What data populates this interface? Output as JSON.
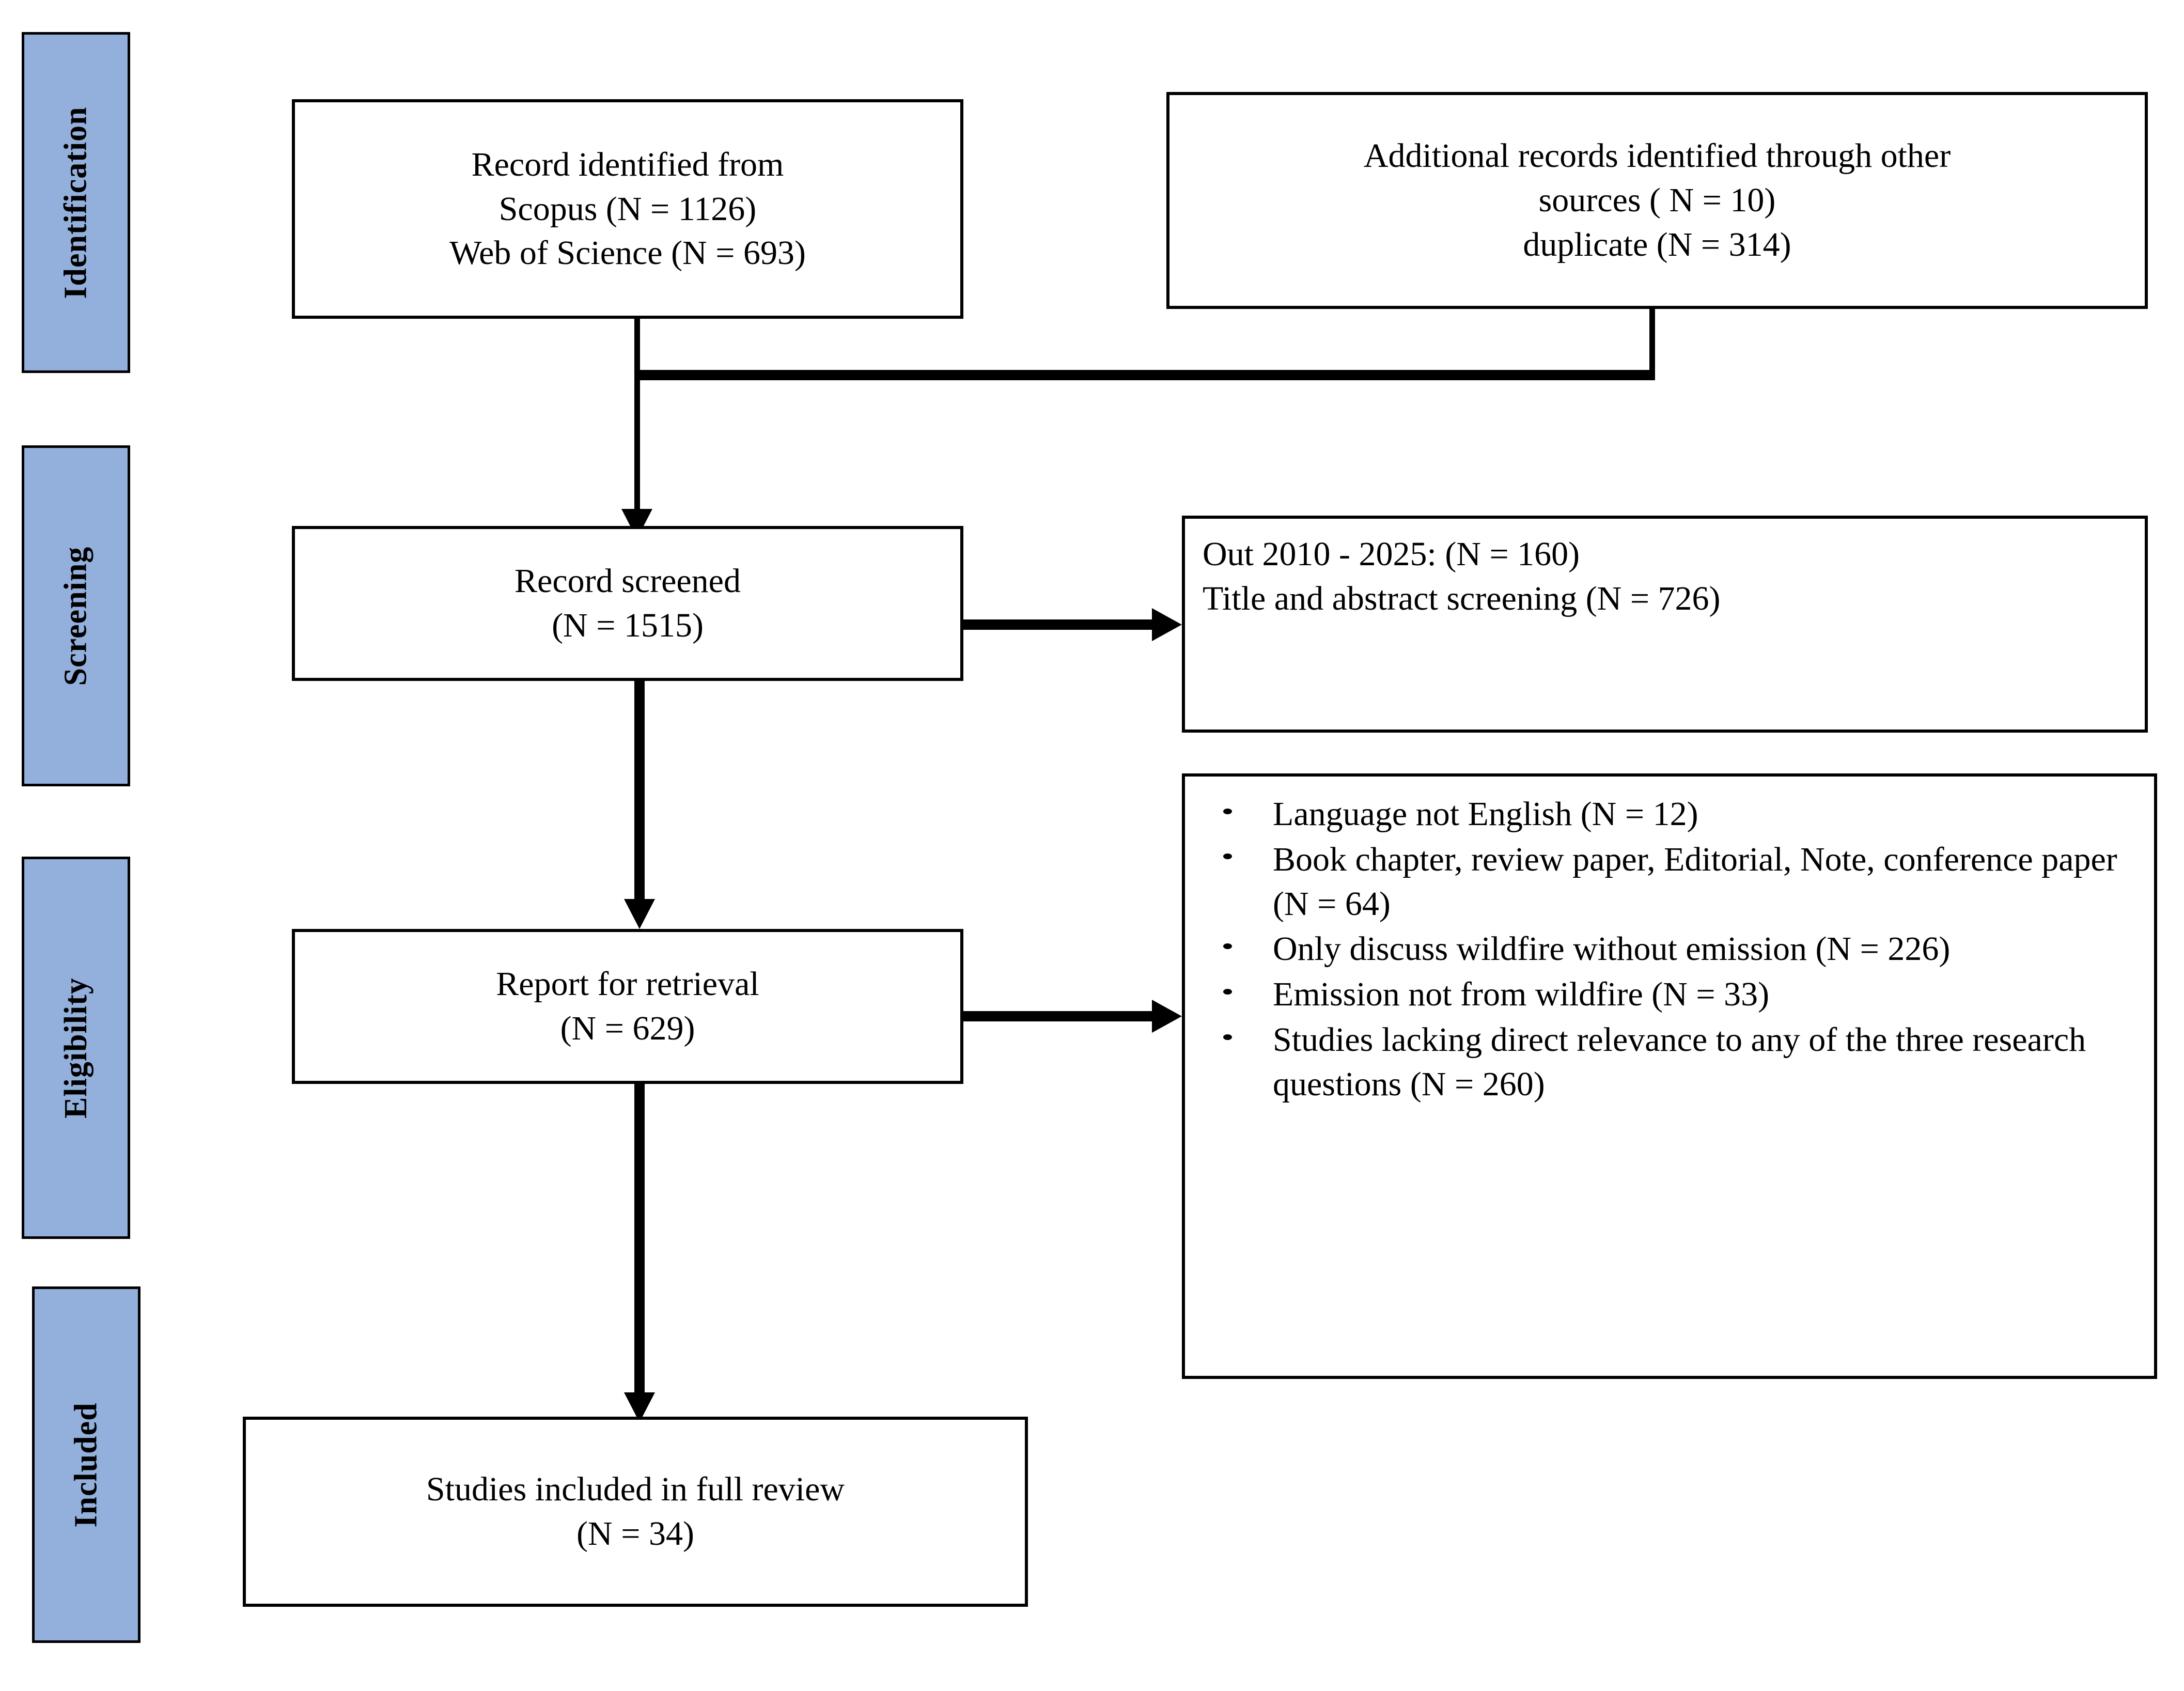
{
  "diagram": {
    "type": "prisma-flow-diagram",
    "accent_color": "#93AFDC",
    "line_color": "#000000",
    "background_color": "#FFFFFF"
  },
  "stages": [
    {
      "id": "identification",
      "label": "Identification"
    },
    {
      "id": "screening",
      "label": "Screening"
    },
    {
      "id": "eligibility",
      "label": "Eligibility"
    },
    {
      "id": "included",
      "label": "Included"
    }
  ],
  "boxes": {
    "records_identified": {
      "lines": [
        "Record identified from",
        "Scopus (N = 1126)",
        "Web of Science (N = 693)"
      ]
    },
    "additional_records": {
      "lines": [
        "Additional records identified through other",
        "sources ( N = 10)",
        "duplicate (N = 314)"
      ]
    },
    "records_screened": {
      "lines": [
        "Record screened",
        "(N = 1515)"
      ]
    },
    "screening_excluded": {
      "lines": [
        "Out 2010 - 2025: (N = 160)",
        "Title and abstract screening (N = 726)"
      ]
    },
    "report_retrieval": {
      "lines": [
        "Report for retrieval",
        "(N = 629)"
      ]
    },
    "eligibility_excluded": {
      "bullets": [
        "Language not English (N = 12)",
        "Book chapter, review paper, Editorial, Note, conference paper (N = 64)",
        "Only discuss wildfire without emission (N = 226)",
        "Emission not from wildfire (N = 33)",
        "Studies lacking direct relevance to any of the three research questions (N = 260)"
      ]
    },
    "studies_included": {
      "lines": [
        "Studies included in full review",
        "(N = 34)"
      ]
    }
  },
  "counts": {
    "scopus": 1126,
    "web_of_science": 693,
    "other_sources": 10,
    "duplicate": 314,
    "records_screened": 1515,
    "out_of_date_range": 160,
    "title_abstract_screened": 726,
    "report_for_retrieval": 629,
    "language_not_english": 12,
    "book_chapter_review_editorial_note_conference": 64,
    "wildfire_without_emission": 226,
    "emission_not_from_wildfire": 33,
    "lacking_direct_relevance": 260,
    "studies_included": 34
  }
}
